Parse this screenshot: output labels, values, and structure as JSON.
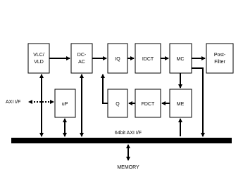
{
  "blocks": {
    "vlc_vld": [
      "VLC/",
      "VLD"
    ],
    "dc_ac": [
      "DC-",
      "AC"
    ],
    "iq": "IQ",
    "idct": "IDCT",
    "mc": "MC",
    "post_filter": [
      "Post-",
      "Filter"
    ],
    "up": "uP",
    "q": "Q",
    "fdct": "FDCT",
    "me": "ME"
  },
  "labels": {
    "axi_if": "AXI I/F",
    "bus": "64bit AXI I/F",
    "memory": "MEMORY"
  }
}
